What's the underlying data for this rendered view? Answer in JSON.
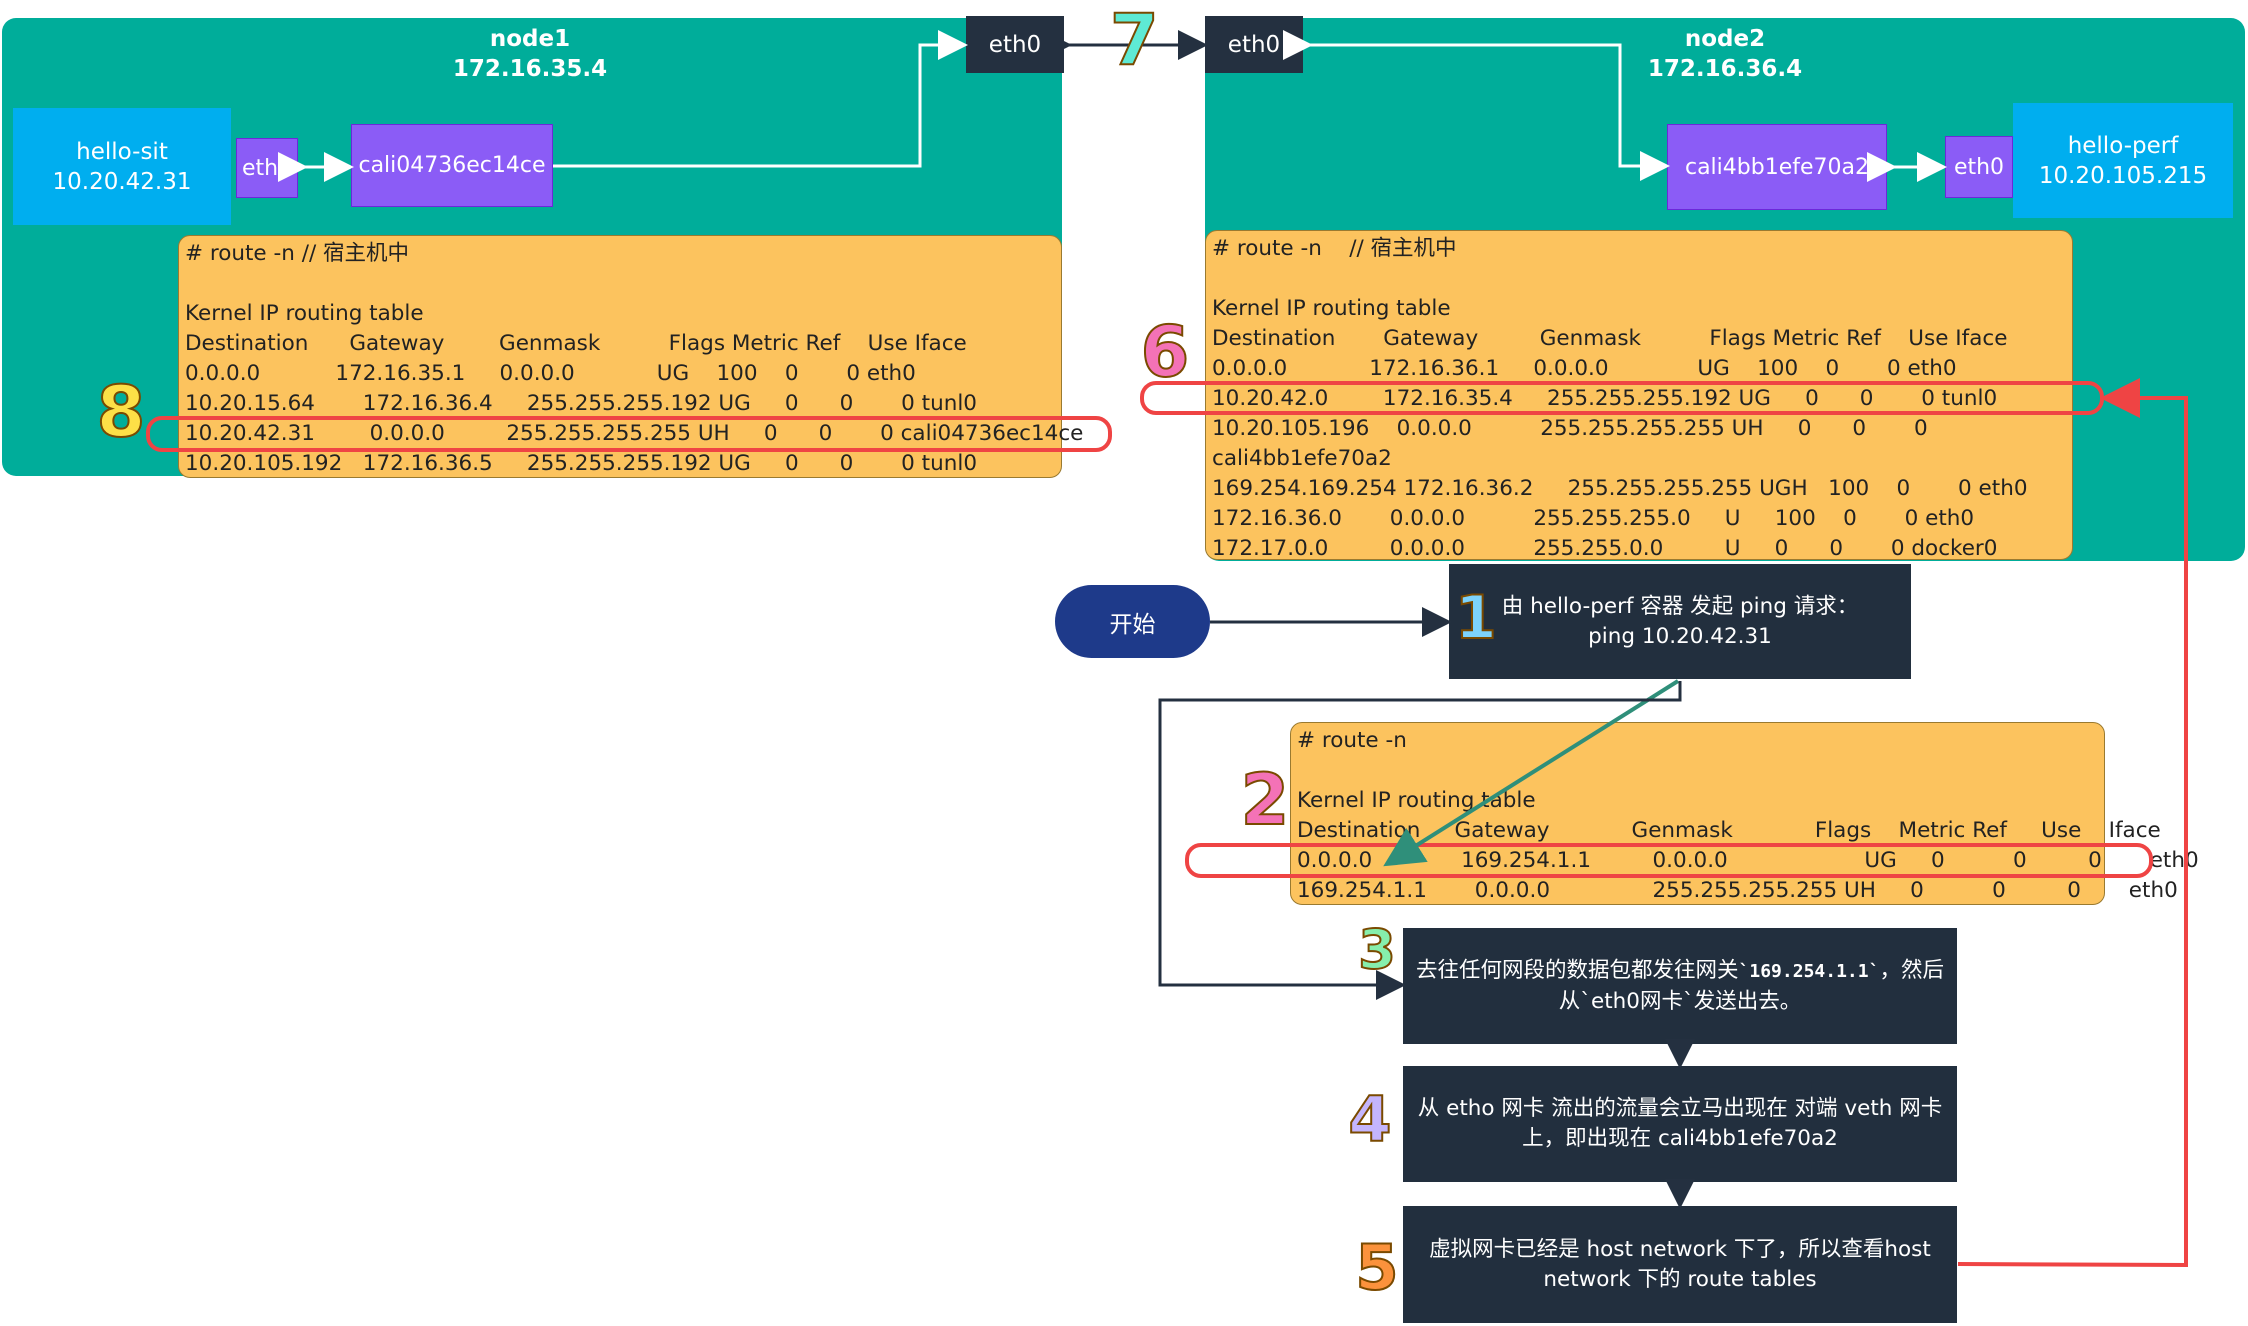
{
  "node1": {
    "name": "node1",
    "ip": "172.16.35.4",
    "pod_name": "hello-sit",
    "pod_ip": "10.20.42.31",
    "pod_nic": "eth0",
    "veth": "cali04736ec14ce",
    "host_nic": "eth0",
    "route": {
      "cmd": "# route -n // 宿主机中",
      "title": "Kernel IP routing table",
      "header": "Destination      Gateway        Genmask          Flags Metric Ref    Use Iface",
      "rows": [
        "0.0.0.0           172.16.35.1     0.0.0.0            UG    100    0       0 eth0",
        "10.20.15.64       172.16.36.4     255.255.255.192 UG     0      0       0 tunl0",
        "10.20.42.31        0.0.0.0         255.255.255.255 UH     0      0       0 cali04736ec14ce",
        "10.20.105.192   172.16.36.5     255.255.255.192 UG     0      0       0 tunl0"
      ]
    }
  },
  "node2": {
    "name": "node2",
    "ip": "172.16.36.4",
    "pod_name": "hello-perf",
    "pod_ip": "10.20.105.215",
    "pod_nic": "eth0",
    "veth": "cali4bb1efe70a2",
    "host_nic": "eth0",
    "route": {
      "cmd": "# route -n    // 宿主机中",
      "title": "Kernel IP routing table",
      "header": "Destination       Gateway         Genmask          Flags Metric Ref    Use Iface",
      "rows": [
        "0.0.0.0            172.16.36.1     0.0.0.0             UG    100    0       0 eth0",
        "10.20.42.0        172.16.35.4     255.255.255.192 UG     0      0       0 tunl0",
        "10.20.105.196    0.0.0.0          255.255.255.255 UH     0      0       0",
        "cali4bb1efe70a2",
        "169.254.169.254 172.16.36.2     255.255.255.255 UGH   100    0       0 eth0",
        "172.16.36.0       0.0.0.0          255.255.255.0     U     100    0       0 eth0",
        "172.17.0.0         0.0.0.0          255.255.0.0         U     0      0       0 docker0"
      ]
    }
  },
  "pod_route": {
    "cmd": "# route -n",
    "title": "Kernel IP routing table",
    "header": "Destination     Gateway            Genmask            Flags    Metric Ref     Use    Iface",
    "rows": [
      "0.0.0.0             169.254.1.1         0.0.0.0                    UG     0          0         0       eth0",
      "169.254.1.1       0.0.0.0               255.255.255.255 UH     0          0         0       eth0"
    ]
  },
  "start_label": "开始",
  "steps": {
    "s1_line1": "由 hello-perf 容器 发起 ping 请求：",
    "s1_line2": "ping 10.20.42.31",
    "s3_pre": "去往任何网段的数据包都发往网关",
    "s3_code1": "`169.254.1.1`",
    "s3_mid": "，然后",
    "s3_line2": "从`eth0网卡`发送出去。",
    "s4_line1": "从 etho 网卡 流出的流量会立马出现在 对端 veth 网卡",
    "s4_line2": "上，即出现在 cali4bb1efe70a2",
    "s5_line1": "虚拟网卡已经是 host network 下了，所以查看host",
    "s5_line2": "network 下的 route tables"
  },
  "badges": [
    "1",
    "2",
    "3",
    "4",
    "5",
    "6",
    "7",
    "8"
  ],
  "colors": {
    "node_bg": "#00ad9a",
    "pod_bg": "#00aeef",
    "veth_bg": "#8b5cf6",
    "route_bg": "#fcc35e",
    "step_bg": "#222f3e",
    "highlight": "#ef4444",
    "start_bg": "#1e3a8a"
  }
}
